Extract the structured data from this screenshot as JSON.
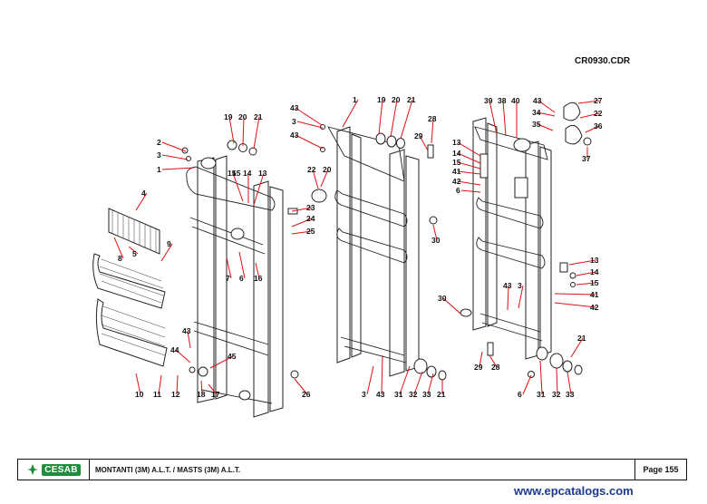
{
  "drawing_code": "CR0930.CDR",
  "callouts_left": [
    "2",
    "3",
    "1",
    "19",
    "20",
    "21",
    "15",
    "14",
    "13",
    "4",
    "23",
    "24",
    "25",
    "9",
    "8",
    "5",
    "7",
    "6",
    "16",
    "43",
    "44",
    "45",
    "10",
    "11",
    "12",
    "18",
    "15",
    "17",
    "26"
  ],
  "callouts_middle": [
    "43",
    "3",
    "43",
    "1",
    "19",
    "20",
    "21",
    "28",
    "29",
    "22",
    "20",
    "30",
    "3",
    "43",
    "31",
    "32",
    "33",
    "21"
  ],
  "callouts_right": [
    "39",
    "38",
    "40",
    "43",
    "27",
    "34",
    "22",
    "35",
    "36",
    "13",
    "14",
    "15",
    "41",
    "42",
    "6",
    "37",
    "13",
    "14",
    "15",
    "41",
    "42",
    "30",
    "43",
    "3",
    "29",
    "28",
    "21",
    "6",
    "31",
    "32",
    "33"
  ],
  "title_block": {
    "logo_text": "CESAB",
    "description": "MONTANTI (3M) A.L.T. / MASTS (3M) A.L.T.",
    "page": "Page 155"
  },
  "watermark": "www.epcatalogs.com"
}
